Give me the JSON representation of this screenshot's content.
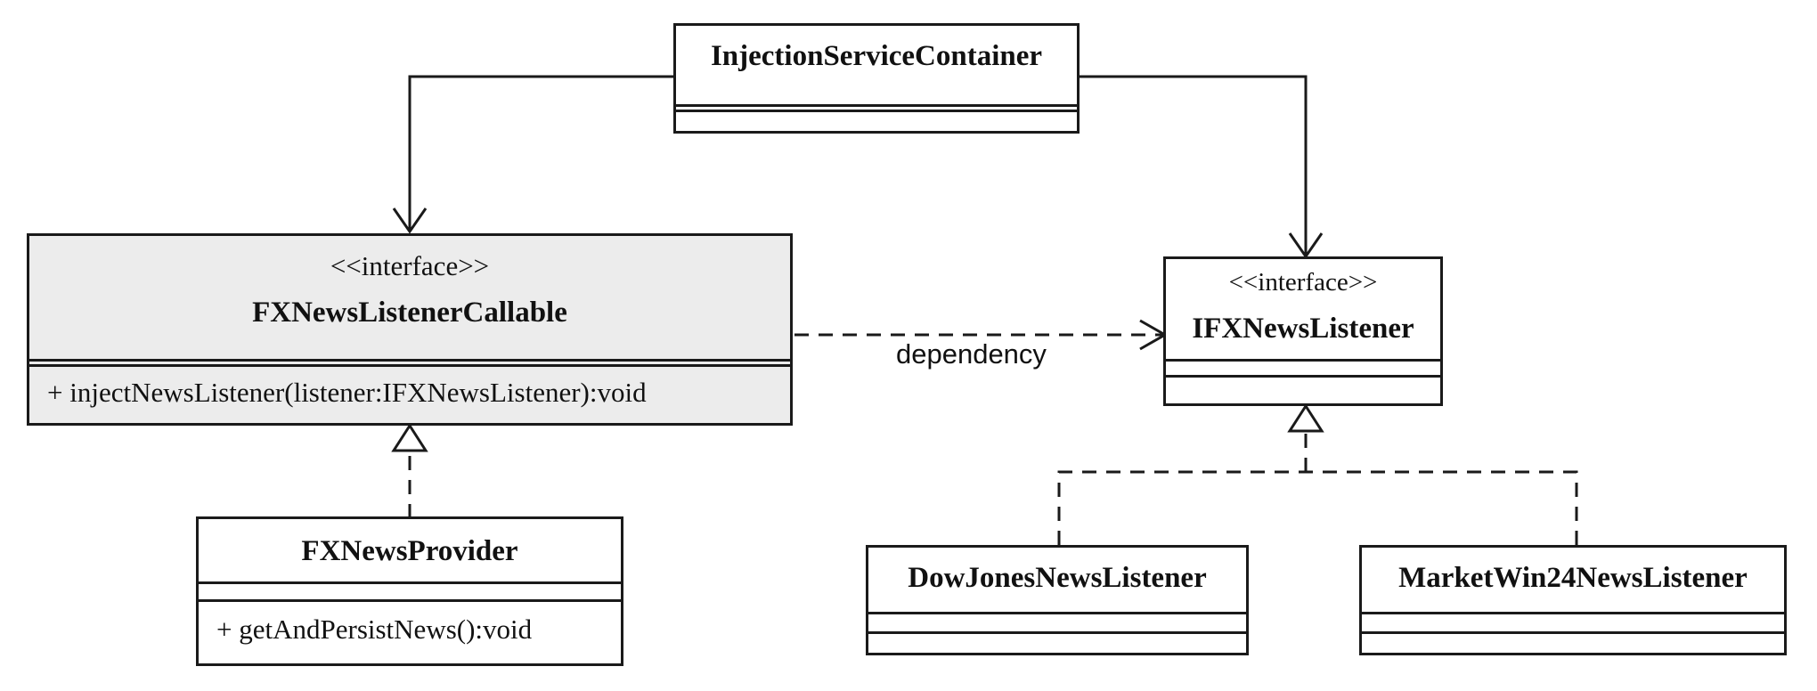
{
  "classes": {
    "injection_container": {
      "name": "InjectionServiceContainer"
    },
    "callable": {
      "stereotype": "<<interface>>",
      "name": "FXNewsListenerCallable",
      "method": "+ injectNewsListener(listener:IFXNewsListener):void"
    },
    "listener_iface": {
      "stereotype": "<<interface>>",
      "name": "IFXNewsListener"
    },
    "provider": {
      "name": "FXNewsProvider",
      "method": "+ getAndPersistNews():void"
    },
    "dowjones": {
      "name": "DowJonesNewsListener"
    },
    "marketwin": {
      "name": "MarketWin24NewsListener"
    }
  },
  "relations": {
    "dependency_label": "dependency"
  },
  "colors": {
    "line": "#1a1a1a",
    "interface_fill": "#ececec"
  }
}
